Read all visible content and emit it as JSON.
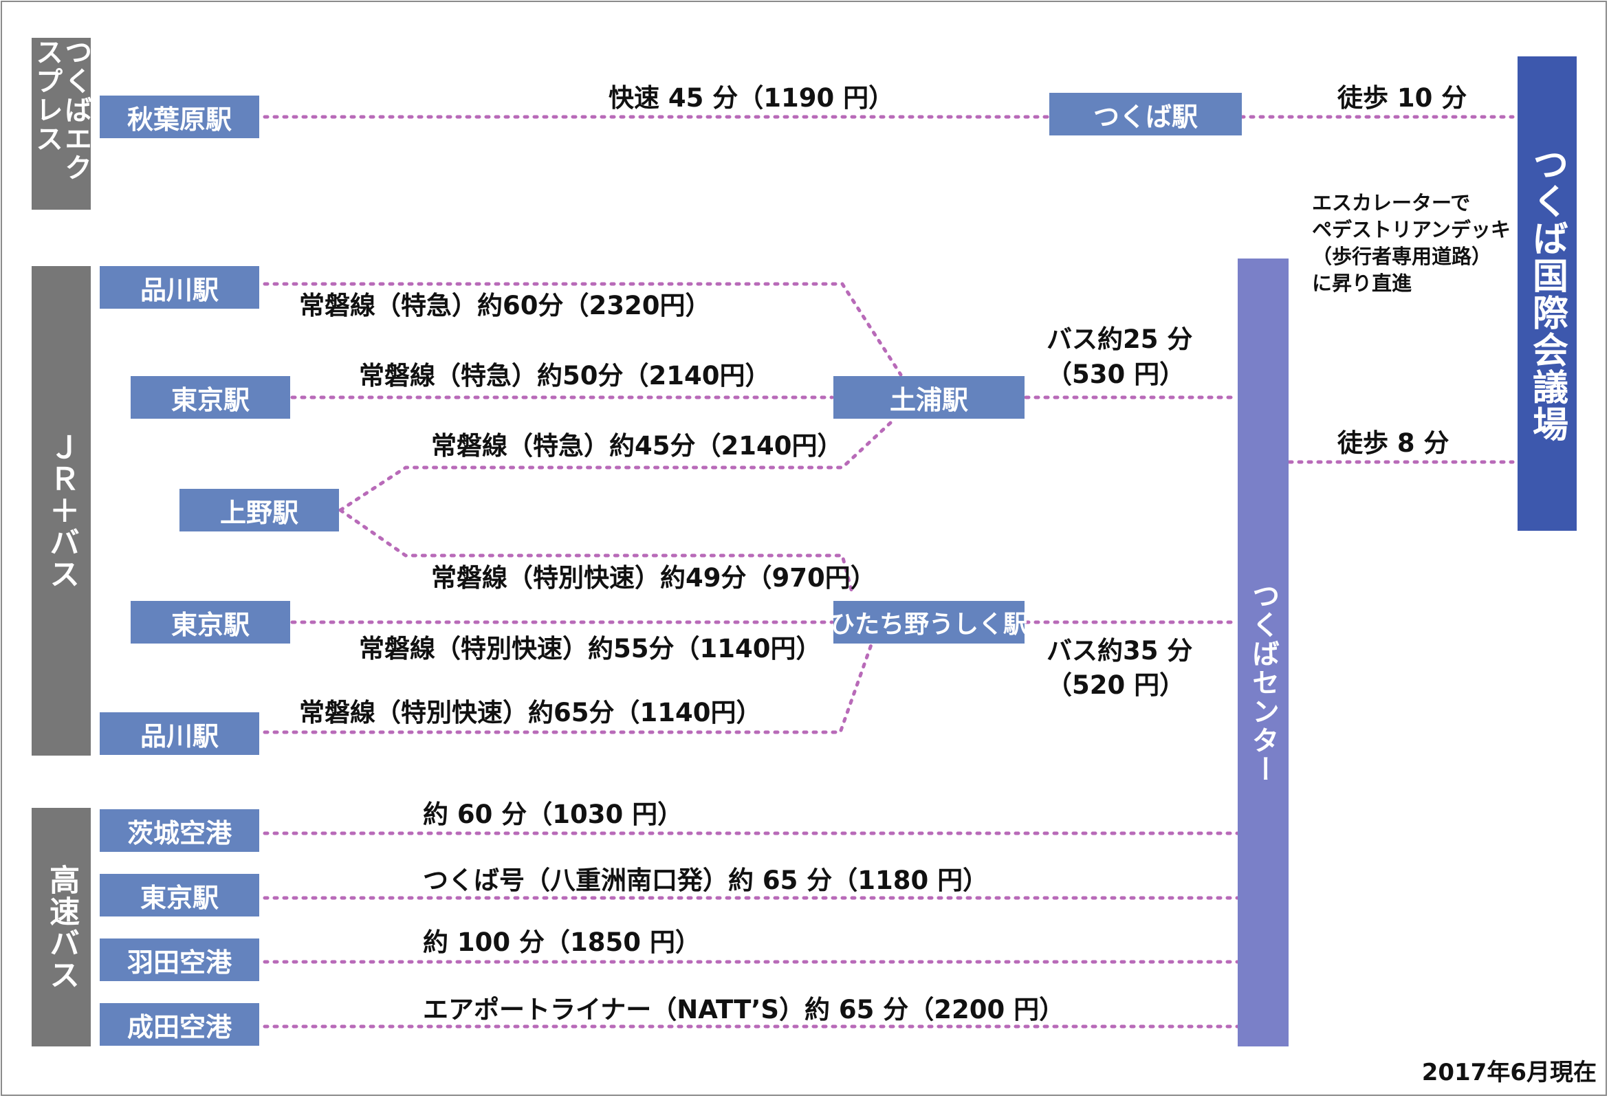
{
  "categories": {
    "tx": "つくばエクスプレス",
    "jr": "ＪＲ＋バス",
    "bus": "高速バス"
  },
  "stations": {
    "akihabara": "秋葉原駅",
    "tsukuba_st": "つくば駅",
    "shinagawa1": "品川駅",
    "tokyo1": "東京駅",
    "tsuchiura": "土浦駅",
    "ueno": "上野駅",
    "tokyo2": "東京駅",
    "hitachino": "ひたち野うしく駅",
    "shinagawa2": "品川駅",
    "ibaraki": "茨城空港",
    "tokyo3": "東京駅",
    "haneda": "羽田空港",
    "narita": "成田空港"
  },
  "destinations": {
    "center": "つくばセンター",
    "venue": "つくば国際会議場"
  },
  "routes": {
    "tx_rapid": "快速 45 分（1190 円）",
    "walk10": "徒歩 10 分",
    "shinagawa_joban": "常磐線（特急）約60分（2320円）",
    "tokyo_joban": "常磐線（特急）約50分（2140円）",
    "ueno_joban": "常磐線（特急）約45分（2140円）",
    "ueno_rapid": "常磐線（特別快速）約49分（970円）",
    "tokyo_rapid": "常磐線（特別快速）約55分（1140円）",
    "shinagawa_rapid": "常磐線（特別快速）約65分（1140円）",
    "bus25_line1": "バス約25 分",
    "bus25_line2": "（530 円）",
    "bus35_line1": "バス約35 分",
    "bus35_line2": "（520 円）",
    "walk8": "徒歩 8 分",
    "ibaraki_bus": "約 60 分（1030 円）",
    "tokyo_bus": "つくば号（八重洲南口発）約 65 分（1180 円）",
    "haneda_bus": "約 100 分（1850 円）",
    "narita_bus": "エアポートライナー（NATT’S）約 65 分（2200 円）"
  },
  "note": [
    "エスカレーターで",
    "ペデストリアンデッキ",
    "（歩行者専用道路）",
    "に昇り直進"
  ],
  "date": "2017年6月現在",
  "colors": {
    "category_gray": "#777777",
    "station_blue": "#6483be",
    "center_purple": "#7a80c8",
    "venue_blue": "#3d58ad",
    "dotted_line": "#b86ab8"
  }
}
